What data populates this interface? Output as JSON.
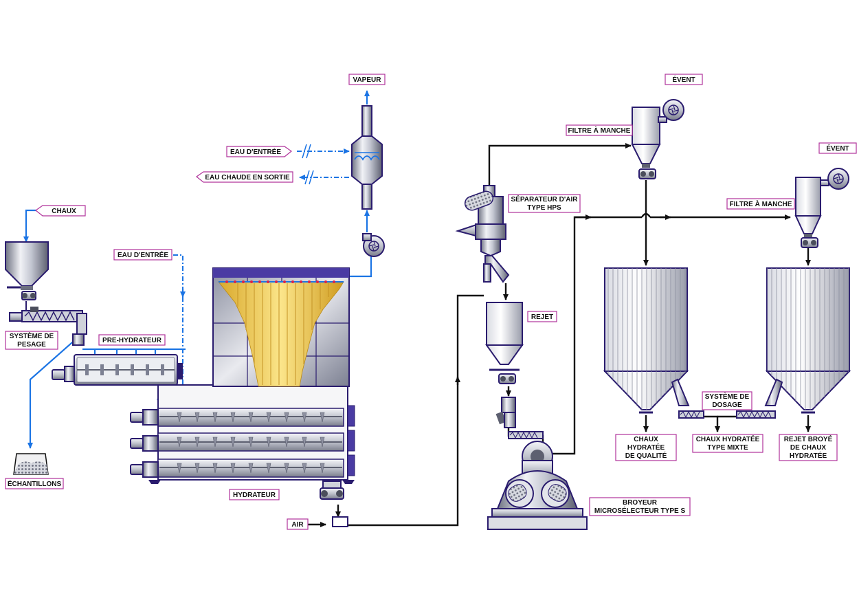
{
  "title": "Chaux hydratée - diagramme de procédé",
  "labels": {
    "vapeur": "VAPEUR",
    "eau_entree_top": "EAU D'ENTRÉE",
    "eau_chaude_sortie": "EAU CHAUDE EN SORTIE",
    "chaux": "CHAUX",
    "eau_entree_mid": "EAU D'ENTRÉE",
    "systeme_pesage": [
      "SYSTÈME DE",
      "PESAGE"
    ],
    "pre_hydrateur": "PRE-HYDRATEUR",
    "echantillons": "ÉCHANTILLONS",
    "hydrateur": "HYDRATEUR",
    "air": "AIR",
    "separateur": [
      "SÉPARATEUR D'AIR",
      "TYPE HPS"
    ],
    "rejet": "REJET",
    "broyeur": [
      "BROYEUR",
      "MICROSÉLECTEUR TYPE S"
    ],
    "filtre_manche_1": "FILTRE À MANCHE",
    "filtre_manche_2": "FILTRE À MANCHE",
    "event_1": "ÉVENT",
    "event_2": "ÉVENT",
    "systeme_dosage": [
      "SYSTÈME DE",
      "DOSAGE"
    ],
    "chaux_qualite": [
      "CHAUX",
      "HYDRATÉE",
      "DE QUALITÉ"
    ],
    "chaux_mixte": [
      "CHAUX HYDRATÉE",
      "TYPE MIXTE"
    ],
    "rejet_broye": [
      "REJET BROYÉ",
      "DE CHAUX",
      "HYDRATÉE"
    ]
  },
  "colors": {
    "water": "#1b74e4",
    "pipe": "#111111",
    "label_border": "#b0339b",
    "equipment_outline": "#2a1c6e",
    "bag_filters": "#f4d35e"
  }
}
